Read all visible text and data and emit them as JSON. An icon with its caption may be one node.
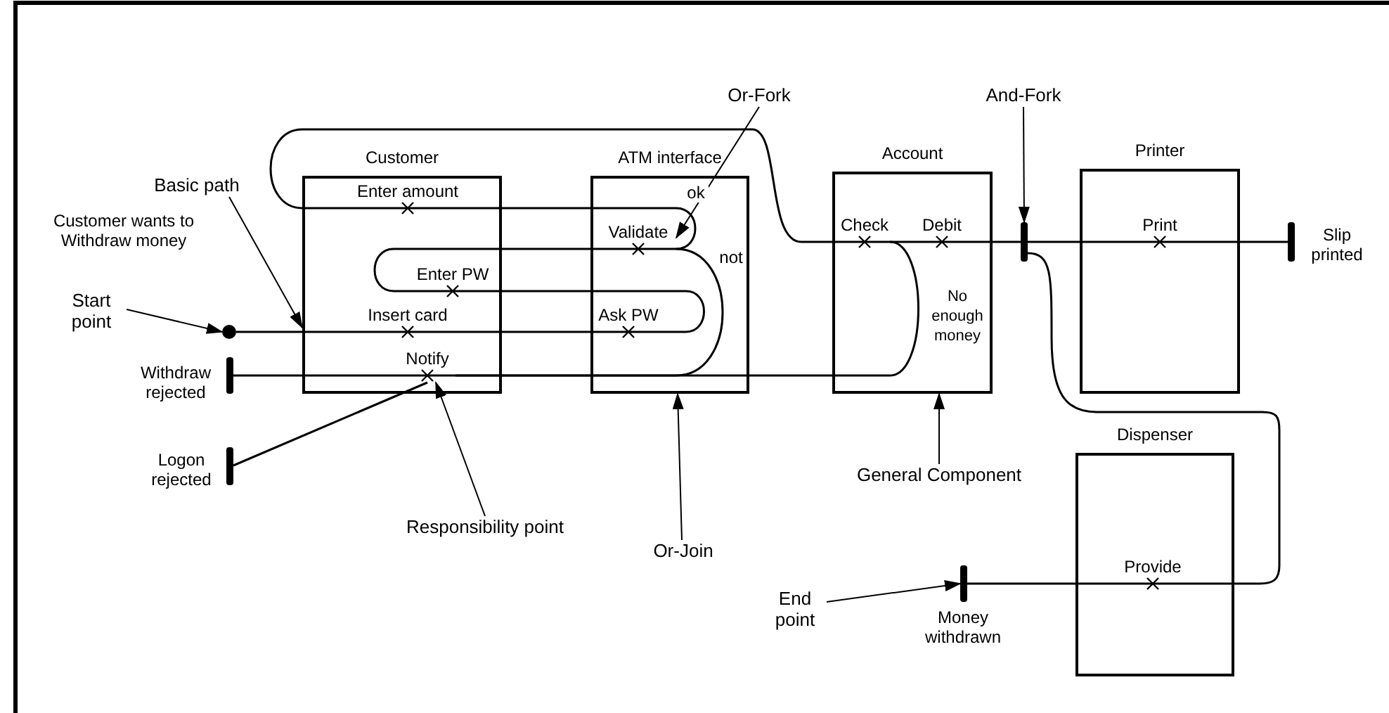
{
  "diagram": {
    "nodes": [
      {
        "text": [
          "Customer"
        ]
      },
      {
        "text": [
          "ATM interface"
        ]
      },
      {
        "text": [
          "Account"
        ]
      },
      {
        "text": [
          "Printer"
        ]
      },
      {
        "text": [
          "Dispenser"
        ]
      },
      {
        "text": [],
        "shape": "circle"
      },
      {
        "text": [
          "Insert card"
        ],
        "in": 0
      },
      {
        "text": [
          "Ask PW"
        ],
        "in": 1
      },
      {
        "text": [
          "Enter PW"
        ],
        "in": 0
      },
      {
        "text": [
          "Validate"
        ],
        "in": 1
      },
      {
        "text": [
          "Enter amount"
        ],
        "in": 0
      },
      {
        "text": [
          "Check"
        ],
        "in": 2
      },
      {
        "text": [
          "Debit"
        ],
        "in": 2
      },
      {
        "text": [],
        "shape": "bar"
      },
      {
        "text": [
          "Print"
        ],
        "in": 3
      },
      {
        "text": [],
        "shape": "bar",
        "beside": [
          "Slip printed"
        ]
      },
      {
        "text": [
          "Provide"
        ],
        "in": 4
      },
      {
        "text": [],
        "shape": "bar",
        "beside": [
          "Money withdrawn"
        ]
      },
      {
        "text": [
          "Notify"
        ],
        "in": 0
      },
      {
        "text": [],
        "shape": "bar",
        "beside": [
          "Withdraw rejected"
        ]
      },
      {
        "text": [],
        "shape": "bar",
        "beside": [
          "Logon rejected"
        ]
      },
      {
        "text": [
          "Basic path"
        ]
      },
      {
        "text": [
          "Start point"
        ]
      },
      {
        "text": [
          "Or-Fork"
        ]
      },
      {
        "text": [
          "And-Fork"
        ]
      },
      {
        "text": [
          "Or-Join"
        ]
      },
      {
        "text": [
          "Responsibility point"
        ]
      },
      {
        "text": [
          "General Component"
        ]
      },
      {
        "text": [
          "End point"
        ]
      }
    ],
    "edges": [
      {
        "from": 5,
        "to": 6,
        "arrow": "none"
      },
      {
        "from": 6,
        "to": 7,
        "arrow": "none"
      },
      {
        "from": 7,
        "to": 8,
        "arrow": "none"
      },
      {
        "from": 8,
        "to": 9,
        "arrow": "none"
      },
      {
        "from": 9,
        "to": 10,
        "arrow": "none",
        "label": "ok"
      },
      {
        "from": 10,
        "to": 11,
        "arrow": "none"
      },
      {
        "from": 11,
        "to": 12,
        "arrow": "none"
      },
      {
        "from": 12,
        "to": 13,
        "arrow": "none"
      },
      {
        "from": 13,
        "to": 14,
        "arrow": "none"
      },
      {
        "from": 14,
        "to": 15,
        "arrow": "none"
      },
      {
        "from": 13,
        "to": 16,
        "arrow": "none"
      },
      {
        "from": 16,
        "to": 17,
        "arrow": "none"
      },
      {
        "from": 9,
        "to": 18,
        "arrow": "none",
        "label": "not"
      },
      {
        "from": 11,
        "to": 18,
        "arrow": "none",
        "label": "No enough money"
      },
      {
        "from": 18,
        "to": 19,
        "arrow": "none"
      },
      {
        "from": 18,
        "to": 20,
        "arrow": "none"
      },
      {
        "from": 21,
        "to": 0,
        "arrow": "to"
      },
      {
        "from": 22,
        "to": 5,
        "arrow": "to"
      },
      {
        "from": 23,
        "to": 9,
        "arrow": "to"
      },
      {
        "from": 24,
        "to": 13,
        "arrow": "to"
      },
      {
        "from": 25,
        "to": 1,
        "arrow": "to"
      },
      {
        "from": 26,
        "to": 18,
        "arrow": "to"
      },
      {
        "from": 27,
        "to": 2,
        "arrow": "to"
      },
      {
        "from": 28,
        "to": 17,
        "arrow": "to"
      }
    ],
    "labels": [
      "Customer wants to Withdraw money"
    ]
  }
}
